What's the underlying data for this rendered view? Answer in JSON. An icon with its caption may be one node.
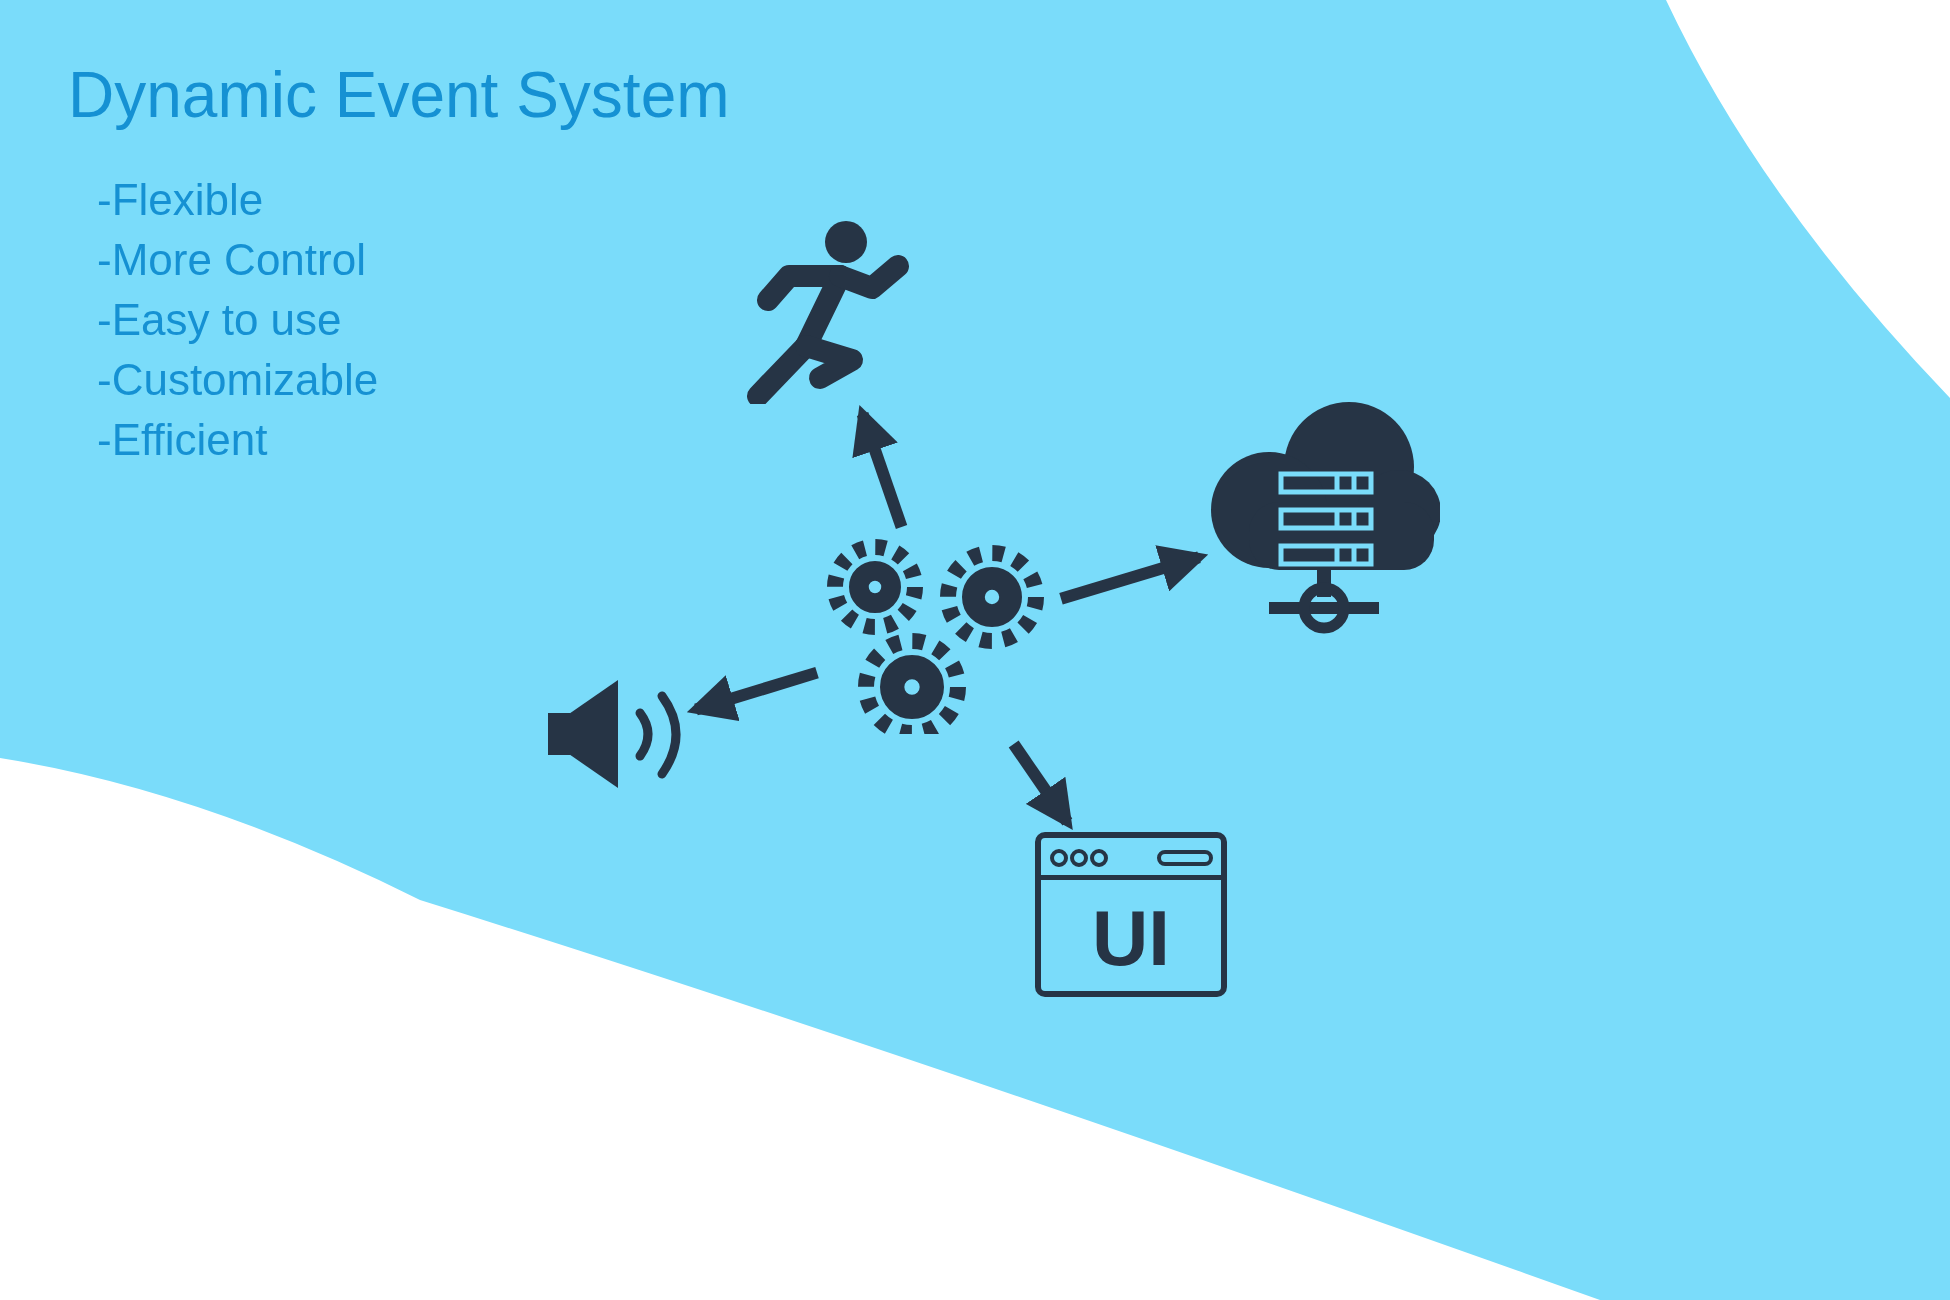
{
  "diagram": {
    "title": "Dynamic Event System",
    "nodes": [
      {
        "text": [],
        "shape": "person"
      },
      {
        "text": [],
        "shape": "picture"
      },
      {
        "text": [],
        "shape": "cloud"
      },
      {
        "text": [],
        "shape": "picture"
      },
      {
        "text": [
          "UI"
        ]
      }
    ],
    "edges": [
      {
        "from": 1,
        "to": 0,
        "arrow": "to"
      },
      {
        "from": 1,
        "to": 2,
        "arrow": "to"
      },
      {
        "from": 1,
        "to": 3,
        "arrow": "to"
      },
      {
        "from": 1,
        "to": 4,
        "arrow": "to"
      }
    ],
    "labels": [
      "-Flexible",
      "-More Control",
      "-Easy to use",
      "-Customizable",
      "-Efficient"
    ]
  }
}
